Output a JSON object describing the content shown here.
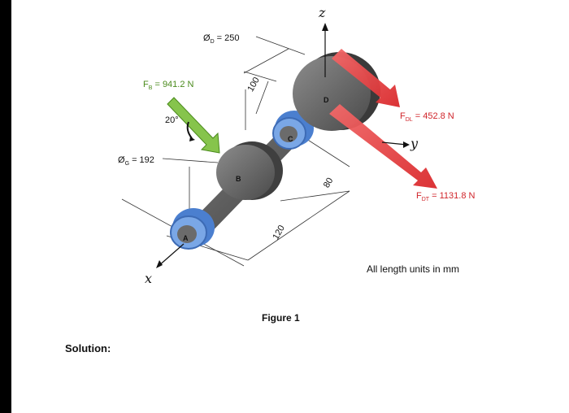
{
  "figure": {
    "caption": "Figure 1",
    "units_note": "All length units in mm",
    "solution_label": "Solution:"
  },
  "labels": {
    "d_dia_sym": "Ø",
    "d_dia_sub": "D",
    "d_dia_val": " = 250",
    "g_dia_sym": "Ø",
    "g_dia_sub": "G",
    "g_dia_val": " = 192",
    "fb_sym": "F",
    "fb_sub": "B",
    "fb_val": " = 941.2 N",
    "fdl_sym": "F",
    "fdl_sub": "DL",
    "fdl_val": " = 452.8 N",
    "fdt_sym": "F",
    "fdt_sub": "DT",
    "fdt_val": " = 1131.8 N",
    "angle": "20°",
    "dim_100": "100",
    "dim_80": "80",
    "dim_120": "120"
  },
  "axes": {
    "x": "x",
    "y": "y",
    "z": "z"
  },
  "points": {
    "a": "A",
    "b": "B",
    "c": "C",
    "d": "D"
  },
  "colors": {
    "force_red": "#e8484a",
    "force_green": "#86c44c",
    "bearing_blue": "#5a8fd8",
    "shaft_gray": "#6b6b6b"
  }
}
